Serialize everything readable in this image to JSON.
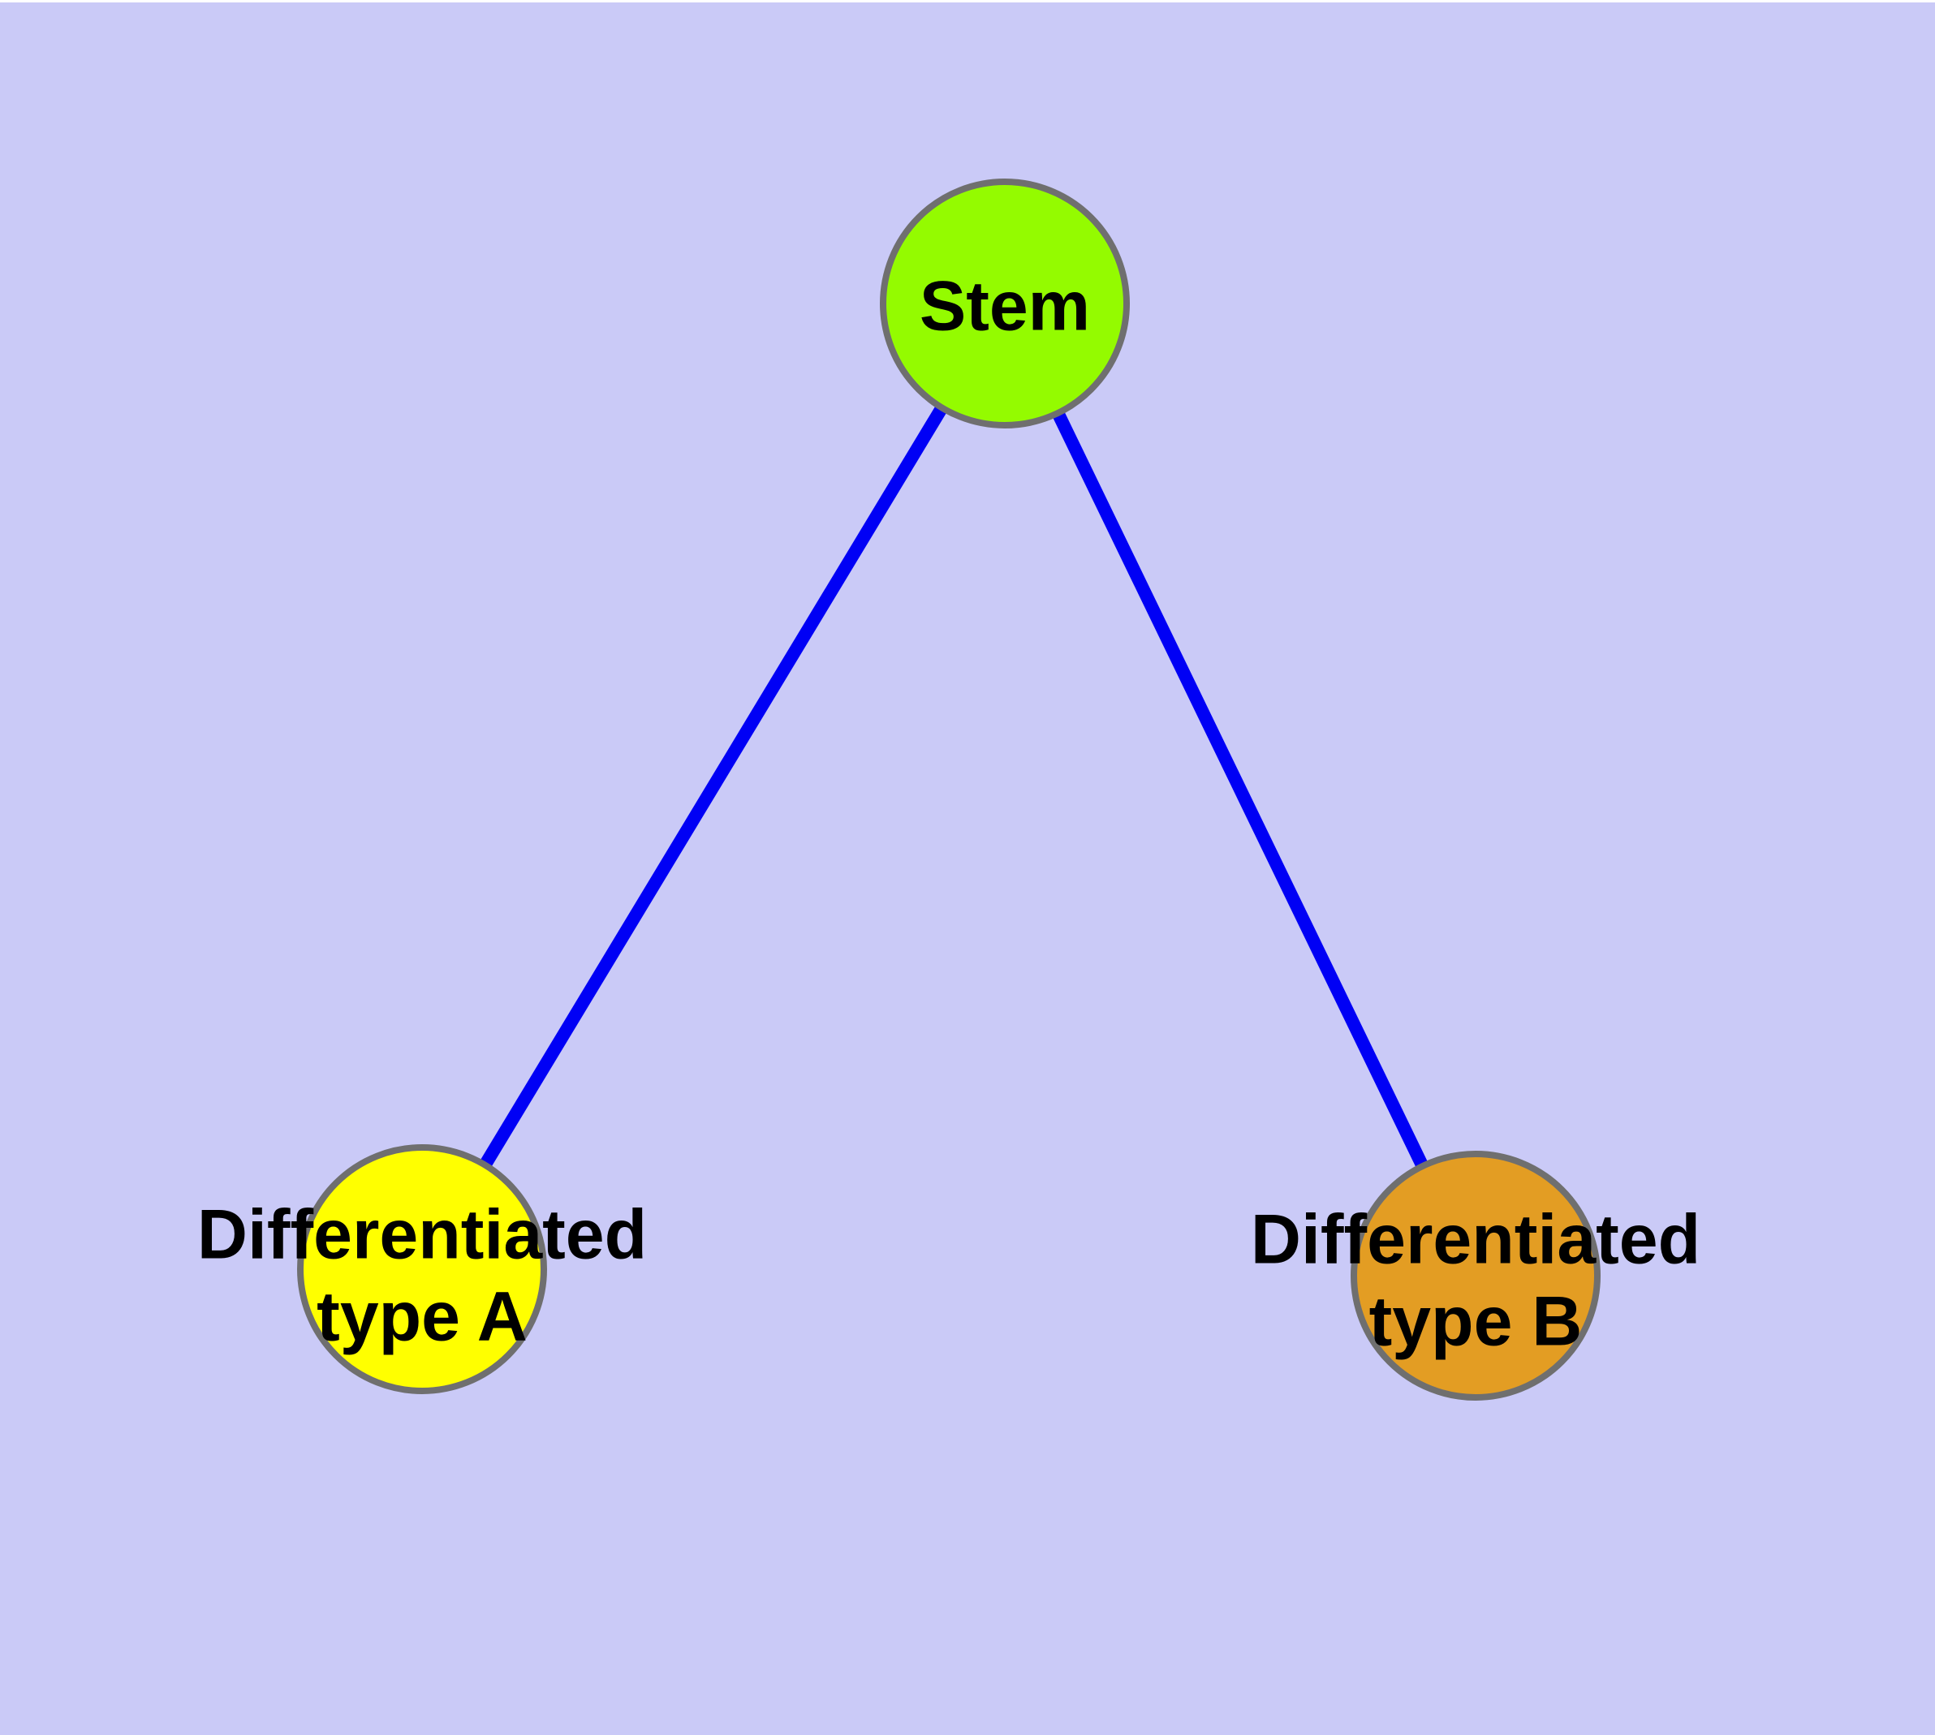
{
  "diagram": {
    "type": "graph",
    "description": "Cell differentiation hierarchy: a Stem node linked to two differentiated cell-type nodes",
    "colors": {
      "background": "#CACAF7",
      "top_edge_strip": "#FFFFFF",
      "edge": "#0000F5",
      "node_border": "#6F6F6F",
      "label_text": "#000000",
      "stem_fill": "#94FB00",
      "type_a_fill": "#FFFF00",
      "type_b_fill": "#E39D23"
    },
    "nodes": [
      {
        "id": "stem",
        "label": "Stem"
      },
      {
        "id": "type-a",
        "label": "Differentiated\ntype A"
      },
      {
        "id": "type-b",
        "label": "Differentiated\ntype B"
      }
    ],
    "edges": [
      {
        "from": "Stem",
        "to": "Differentiated type A"
      },
      {
        "from": "Stem",
        "to": "Differentiated type B"
      }
    ]
  }
}
